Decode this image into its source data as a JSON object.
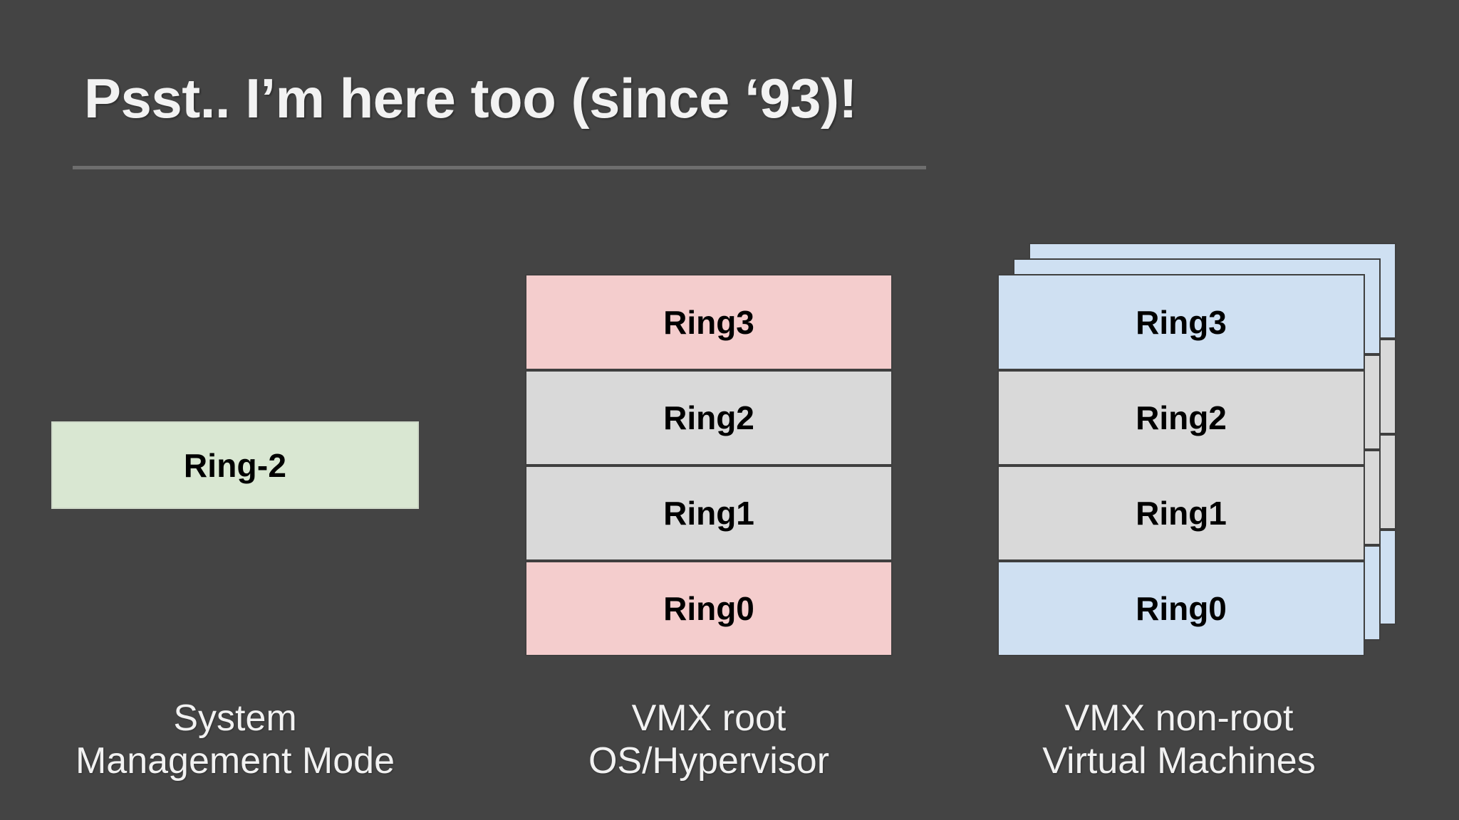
{
  "slide": {
    "background_color": "#444444",
    "title": "Psst.. I’m here too (since ‘93)!",
    "divider": "title-underline-rule"
  },
  "palette": {
    "background": "#444444",
    "title_text": "#f2f2f2",
    "ring_text": "#000000",
    "pink": "#f4cdcd",
    "gray": "#d9d9d9",
    "blue": "#cfe0f2",
    "green": "#d9e7d2",
    "box_border": "#3f3f3f"
  },
  "columns": [
    {
      "id": "smm",
      "kind": "single-box",
      "stacked_copies": 1,
      "boxes": [
        {
          "label": "Ring-2",
          "fill": "green"
        }
      ],
      "caption": {
        "line1": "System",
        "line2": "Management Mode"
      }
    },
    {
      "id": "vmx-root",
      "kind": "ring-stack",
      "stacked_copies": 1,
      "boxes": [
        {
          "label": "Ring3",
          "fill": "pink"
        },
        {
          "label": "Ring2",
          "fill": "gray"
        },
        {
          "label": "Ring1",
          "fill": "gray"
        },
        {
          "label": "Ring0",
          "fill": "pink"
        }
      ],
      "caption": {
        "line1": "VMX root",
        "line2": "OS/Hypervisor"
      }
    },
    {
      "id": "vmx-non-root",
      "kind": "ring-stack",
      "stacked_copies": 3,
      "boxes": [
        {
          "label": "Ring3",
          "fill": "blue"
        },
        {
          "label": "Ring2",
          "fill": "gray"
        },
        {
          "label": "Ring1",
          "fill": "gray"
        },
        {
          "label": "Ring0",
          "fill": "blue"
        }
      ],
      "caption": {
        "line1": "VMX non-root",
        "line2": "Virtual Machines"
      }
    }
  ]
}
